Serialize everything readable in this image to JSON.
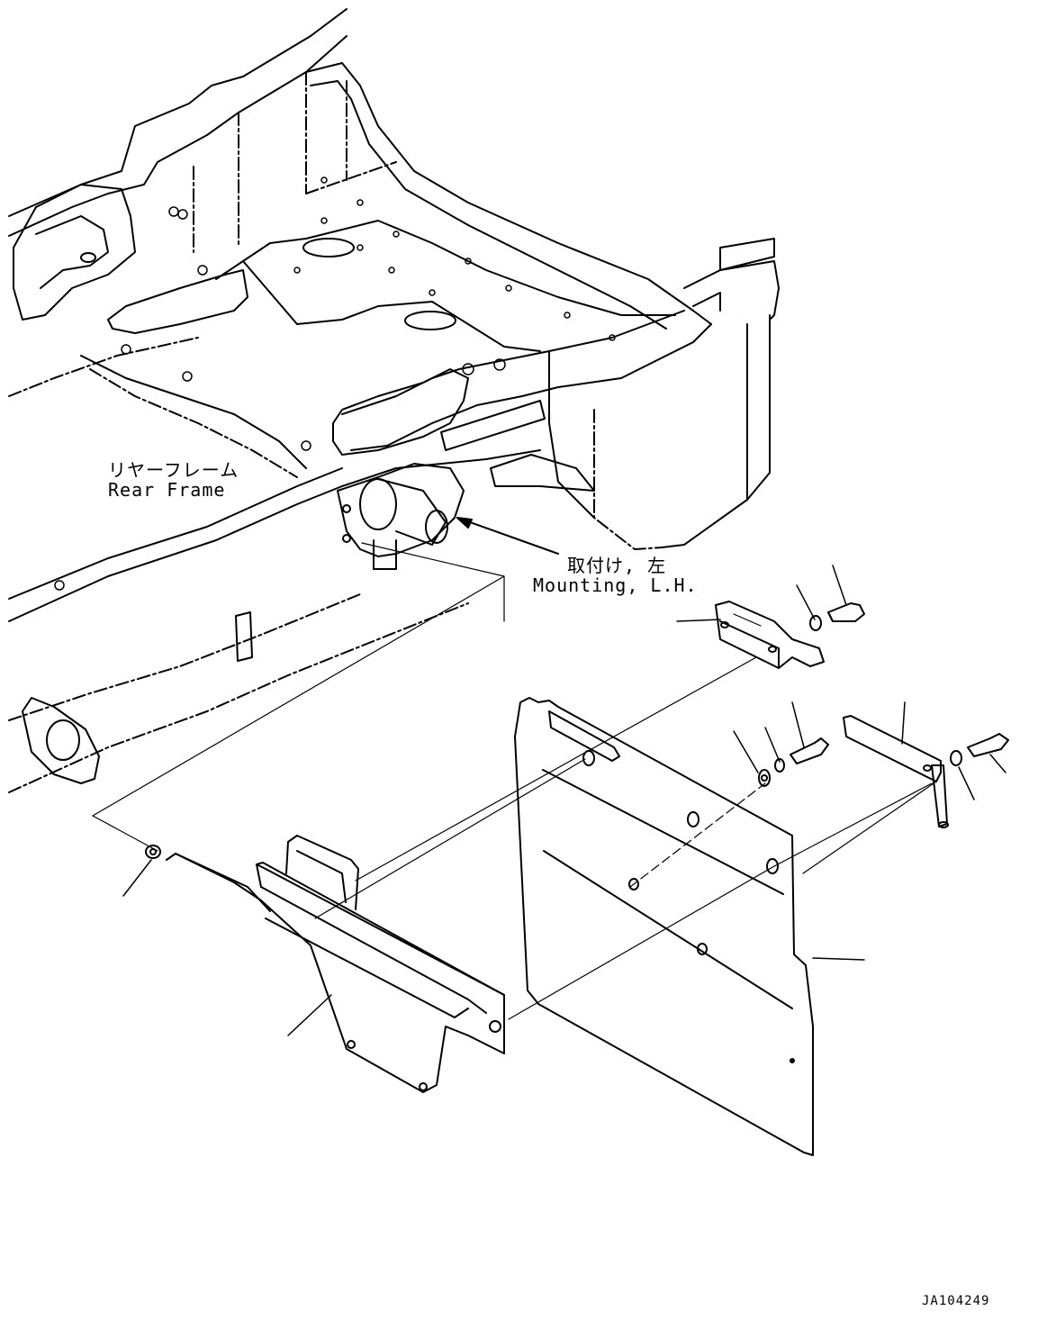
{
  "labels": {
    "rear_frame_jp": "リヤーフレーム",
    "rear_frame_en": "Rear Frame",
    "mounting_jp": "取付け, 左",
    "mounting_en": "Mounting, L.H."
  },
  "drawing_code": "JA104249",
  "colors": {
    "line": "#000000",
    "background": "#ffffff"
  }
}
